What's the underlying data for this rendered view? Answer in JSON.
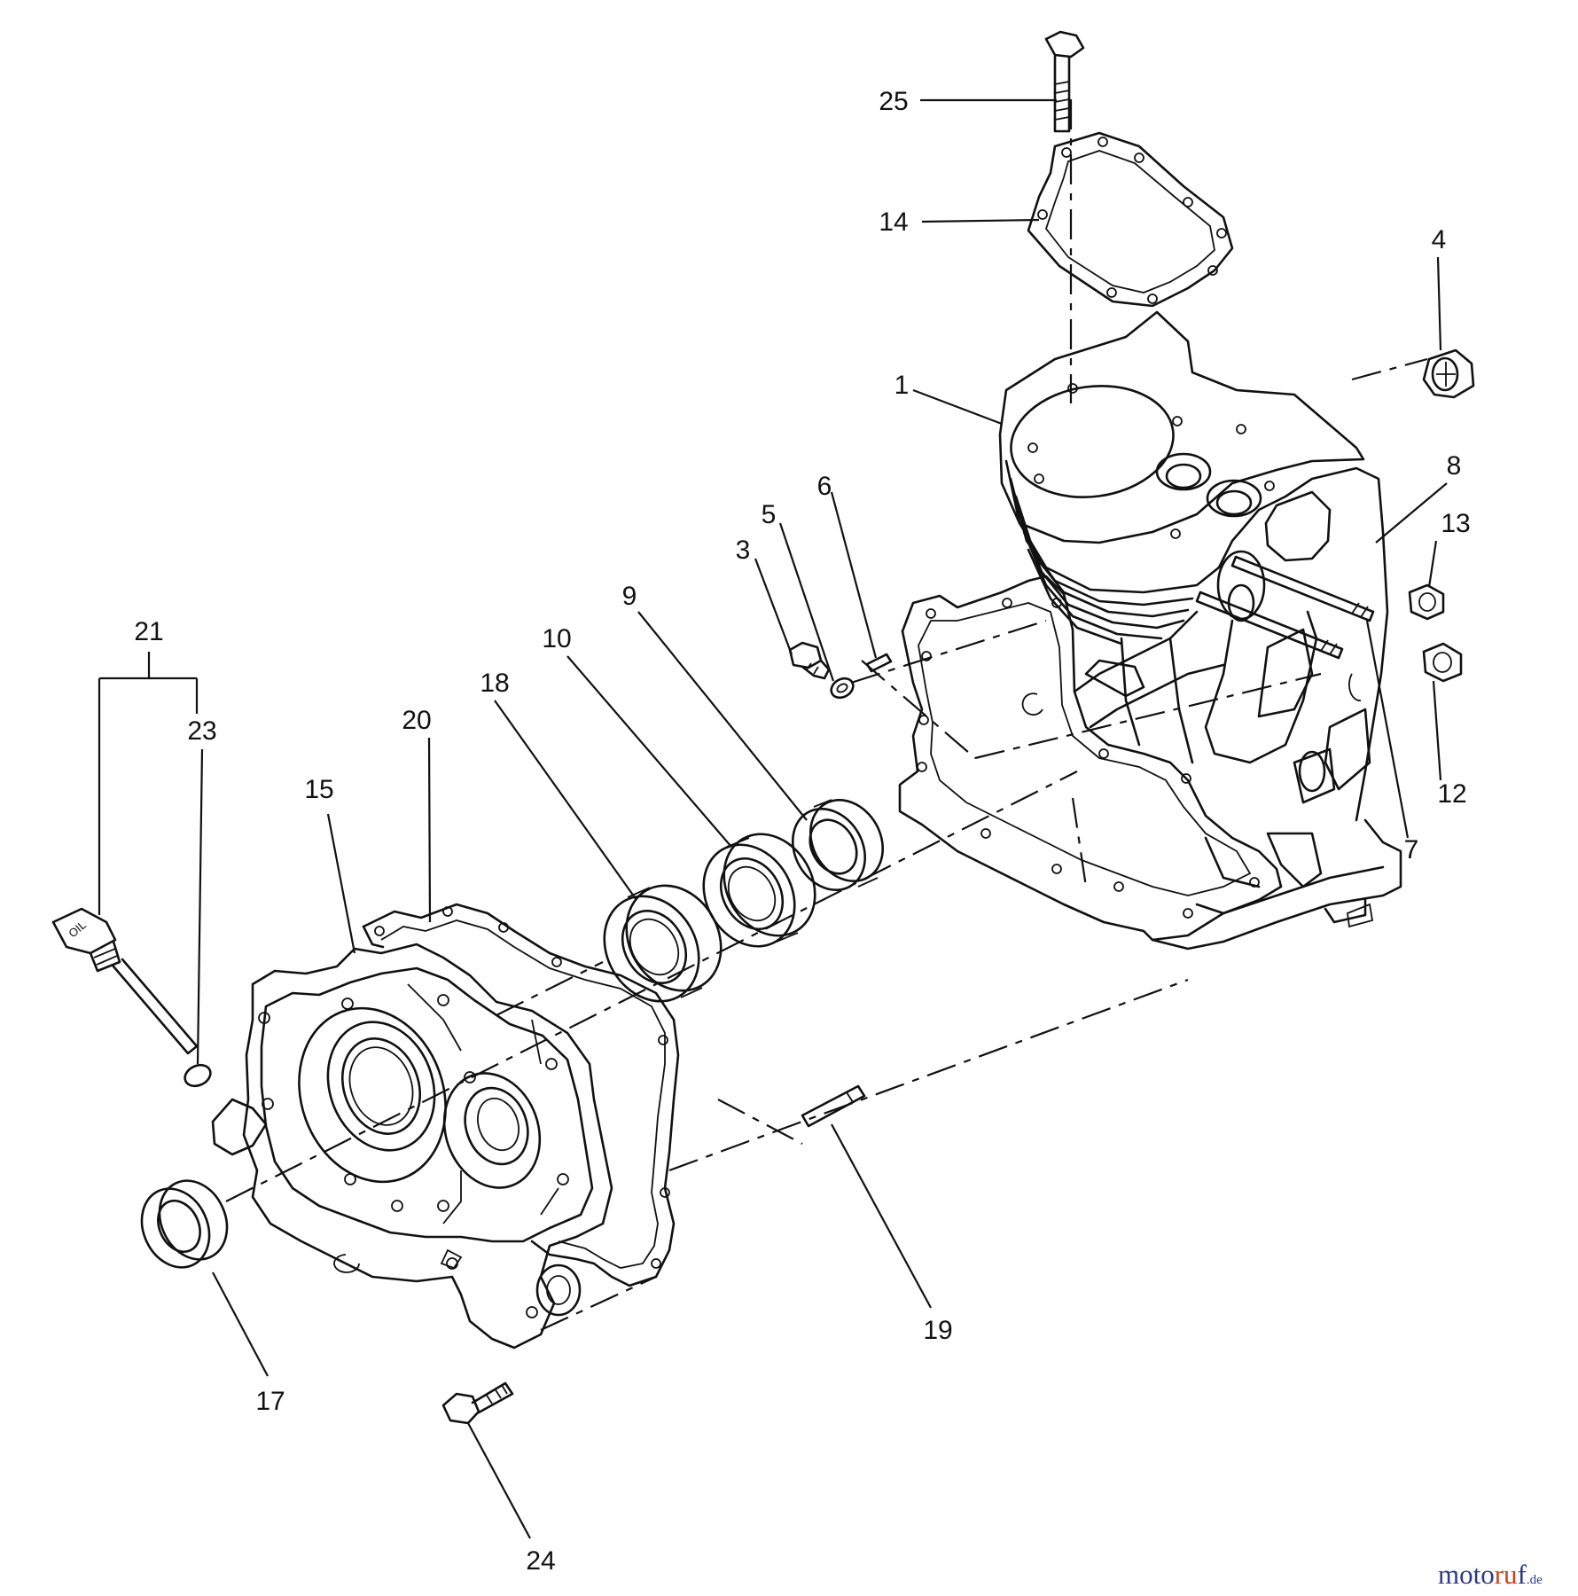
{
  "diagram": {
    "callouts": [
      {
        "id": "1",
        "text": "1"
      },
      {
        "id": "3",
        "text": "3"
      },
      {
        "id": "4",
        "text": "4"
      },
      {
        "id": "5",
        "text": "5"
      },
      {
        "id": "6",
        "text": "6"
      },
      {
        "id": "7",
        "text": "7"
      },
      {
        "id": "8",
        "text": "8"
      },
      {
        "id": "9",
        "text": "9"
      },
      {
        "id": "10",
        "text": "10"
      },
      {
        "id": "12",
        "text": "12"
      },
      {
        "id": "13",
        "text": "13"
      },
      {
        "id": "14",
        "text": "14"
      },
      {
        "id": "15",
        "text": "15"
      },
      {
        "id": "17",
        "text": "17"
      },
      {
        "id": "18",
        "text": "18"
      },
      {
        "id": "19",
        "text": "19"
      },
      {
        "id": "20",
        "text": "20"
      },
      {
        "id": "21",
        "text": "21"
      },
      {
        "id": "23",
        "text": "23"
      },
      {
        "id": "24",
        "text": "24"
      },
      {
        "id": "25",
        "text": "25"
      }
    ],
    "dipstick_text": "OIL"
  },
  "watermark": {
    "part_a": "moto",
    "part_b": "ru",
    "part_c": "f",
    "tld": ".de"
  },
  "colors": {
    "line": "#111111",
    "background": "#ffffff",
    "watermark_blue": "#2a3a8a",
    "watermark_orange": "#c9421a"
  }
}
